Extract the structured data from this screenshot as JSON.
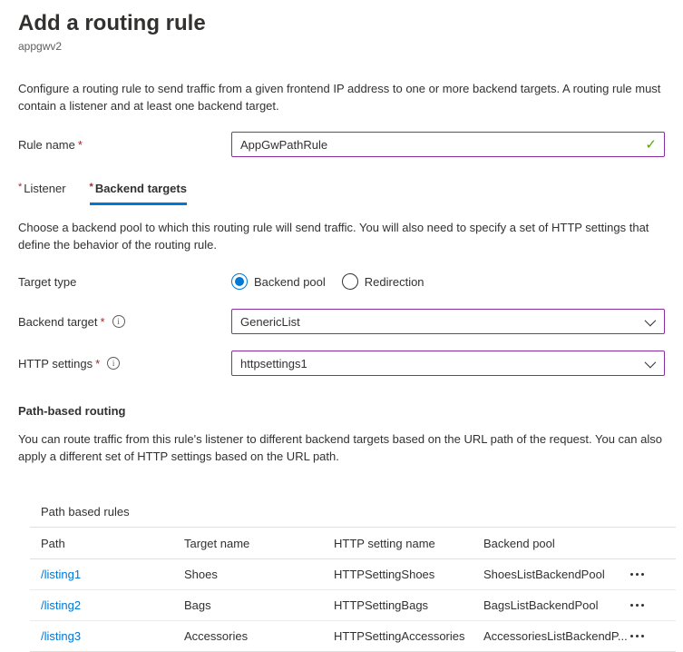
{
  "header": {
    "title": "Add a routing rule",
    "subtitle": "appgwv2"
  },
  "intro": "Configure a routing rule to send traffic from a given frontend IP address to one or more backend targets. A routing rule must contain a listener and at least one backend target.",
  "rule_name": {
    "label": "Rule name",
    "required_marker": "*",
    "value": "AppGwPathRule"
  },
  "icons": {
    "valid_checkmark": "✓",
    "info_glyph": "i"
  },
  "tabs": [
    {
      "label": "Listener",
      "required_marker": "*",
      "selected": false
    },
    {
      "label": "Backend targets",
      "required_marker": "*",
      "selected": true
    }
  ],
  "backend_intro": "Choose a backend pool to which this routing rule will send traffic. You will also need to specify a set of HTTP settings that define the behavior of the routing rule.",
  "target_type": {
    "label": "Target type",
    "options": [
      {
        "label": "Backend pool",
        "selected": true
      },
      {
        "label": "Redirection",
        "selected": false
      }
    ]
  },
  "backend_target": {
    "label": "Backend target",
    "required_marker": "*",
    "value": "GenericList"
  },
  "http_settings": {
    "label": "HTTP settings",
    "required_marker": "*",
    "value": "httpsettings1"
  },
  "path_based_routing": {
    "heading": "Path-based routing",
    "description": "You can route traffic from this rule's listener to different backend targets based on the URL path of the request. You can also apply a different set of HTTP settings based on the URL path.",
    "table_label": "Path based rules",
    "columns": [
      "Path",
      "Target name",
      "HTTP setting name",
      "Backend pool"
    ],
    "rows": [
      {
        "path": "/listing1",
        "target_name": "Shoes",
        "http_setting_name": "HTTPSettingShoes",
        "backend_pool": "ShoesListBackendPool"
      },
      {
        "path": "/listing2",
        "target_name": "Bags",
        "http_setting_name": "HTTPSettingBags",
        "backend_pool": "BagsListBackendPool"
      },
      {
        "path": "/listing3",
        "target_name": "Accessories",
        "http_setting_name": "HTTPSettingAccessories",
        "backend_pool": "AccessoriesListBackendP..."
      }
    ]
  },
  "colors": {
    "accent_blue": "#0078d4",
    "edited_field_purple": "#8a2da5",
    "valid_green": "#57a300",
    "required_red": "#a4262c",
    "text_primary": "#323130",
    "text_secondary": "#605e5c",
    "table_border": "#e1dfdd"
  }
}
